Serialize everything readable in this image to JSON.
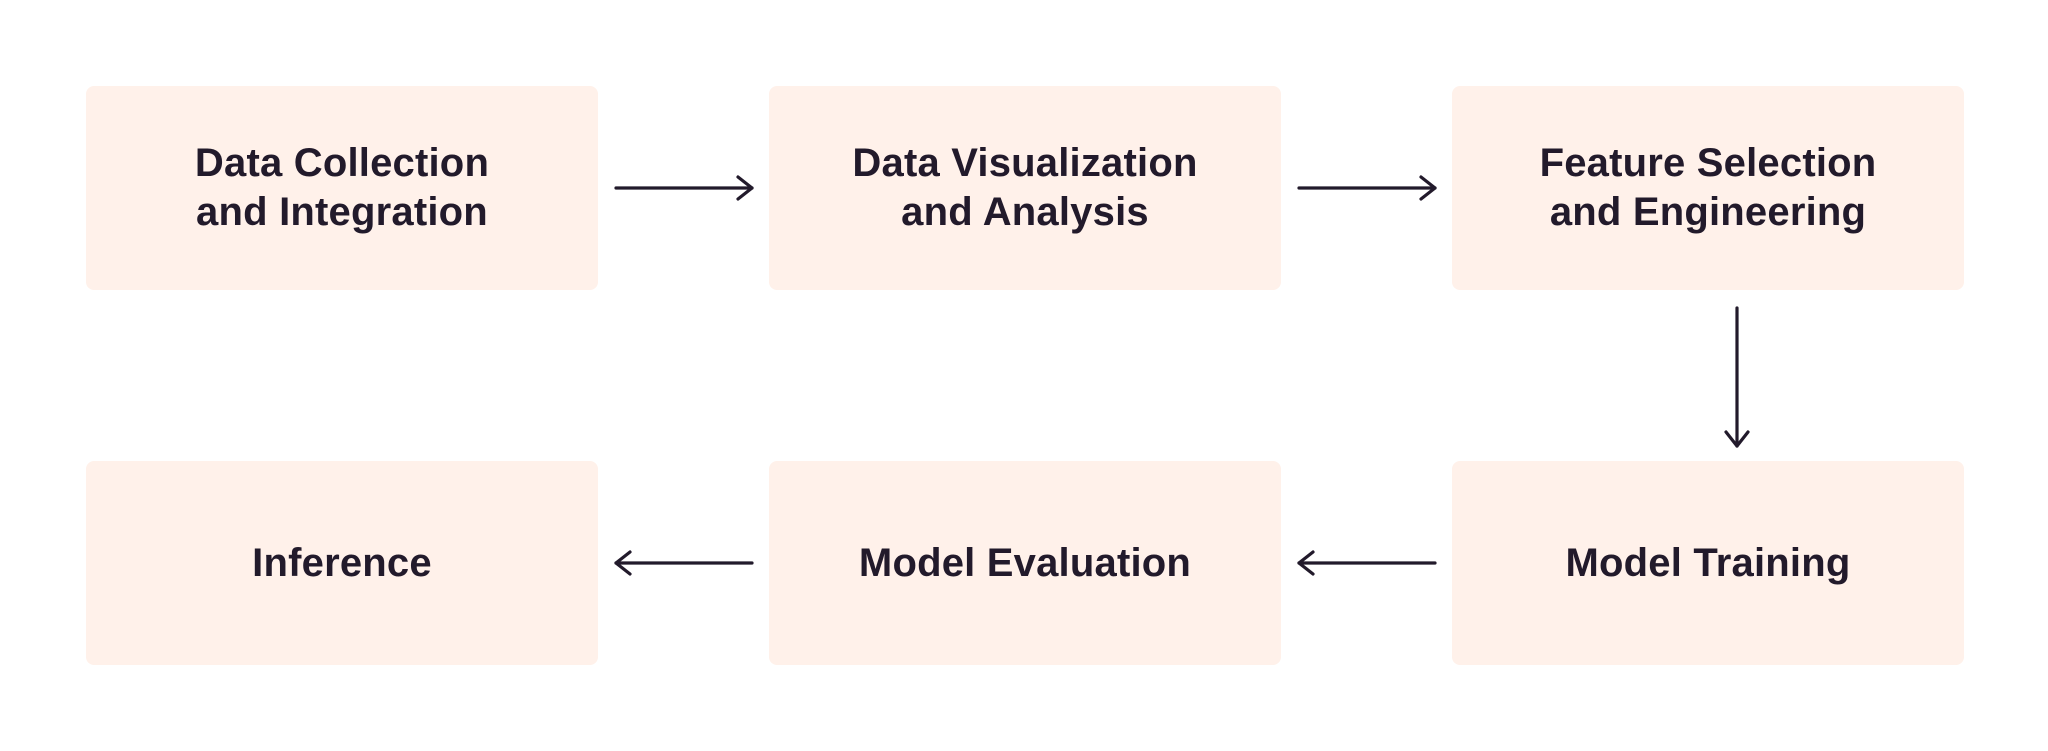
{
  "diagram": {
    "steps": [
      {
        "label": "Data Collection\nand Integration"
      },
      {
        "label": "Data Visualization\nand Analysis"
      },
      {
        "label": "Feature Selection\nand Engineering"
      },
      {
        "label": "Model Training"
      },
      {
        "label": "Model Evaluation"
      },
      {
        "label": "Inference"
      }
    ],
    "colors": {
      "box_fill": "#fff1ea",
      "text": "#221a2b",
      "arrow": "#221a2b",
      "background": "#ffffff"
    },
    "connectors": [
      {
        "from": "Data Collection and Integration",
        "to": "Data Visualization and Analysis",
        "direction": "right"
      },
      {
        "from": "Data Visualization and Analysis",
        "to": "Feature Selection and Engineering",
        "direction": "right"
      },
      {
        "from": "Feature Selection and Engineering",
        "to": "Model Training",
        "direction": "down"
      },
      {
        "from": "Model Training",
        "to": "Model Evaluation",
        "direction": "left"
      },
      {
        "from": "Model Evaluation",
        "to": "Inference",
        "direction": "left"
      }
    ]
  }
}
